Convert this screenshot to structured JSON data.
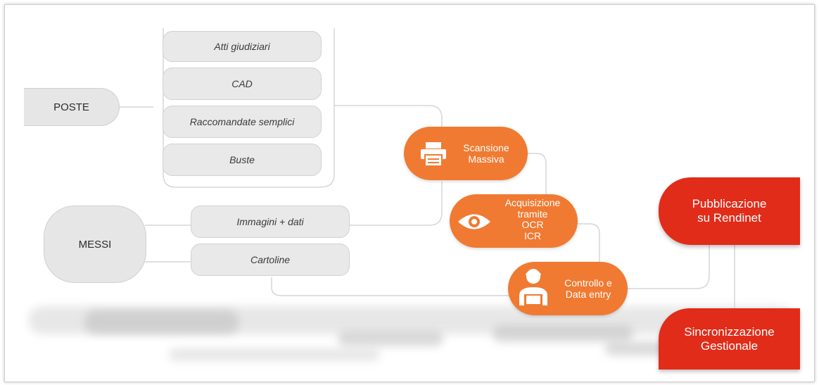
{
  "sources": {
    "poste": "POSTE",
    "messi": "MESSI"
  },
  "poste_items": [
    "Atti giudiziari",
    "CAD",
    "Raccomandate semplici",
    "Buste"
  ],
  "messi_items": [
    "Immagini + dati",
    "Cartoline"
  ],
  "process": {
    "scan": {
      "line1": "Scansione",
      "line2": "Massiva",
      "icon": "printer-icon"
    },
    "acq": {
      "line1": "Acquisizione",
      "line2": "tramite",
      "line3": "OCR",
      "line4": "ICR",
      "icon": "eye-icon"
    },
    "check": {
      "line1": "Controllo e",
      "line2": "Data entry",
      "icon": "operator-icon"
    }
  },
  "outputs": {
    "pub": {
      "line1": "Pubblicazione",
      "line2": "su Rendinet"
    },
    "sync": {
      "line1": "Sincronizzazione",
      "line2": "Gestionale"
    }
  },
  "colors": {
    "orange": "#f07a32",
    "red": "#e12c19",
    "grey_node": "#e9e9e9"
  }
}
